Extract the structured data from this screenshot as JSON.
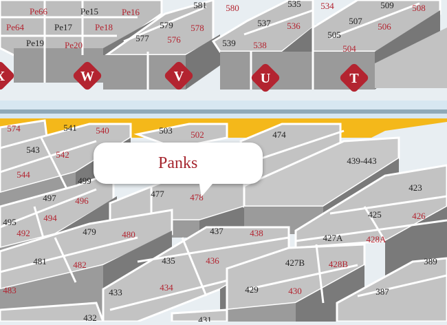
{
  "colors": {
    "background": "#e8eef2",
    "street_road": "#f4b81a",
    "canal": "#dbe9f2",
    "block_top": "#c4c4c4",
    "block_side": "#7c7c7c",
    "block_front": "#999999",
    "lot_line": "#ffffff",
    "badge": "#b32430",
    "label_dark": "#222222",
    "label_red": "#b32430"
  },
  "tooltip": {
    "label": "Panks"
  },
  "section_badges": [
    {
      "letter": "X"
    },
    {
      "letter": "W"
    },
    {
      "letter": "V"
    },
    {
      "letter": "U"
    },
    {
      "letter": "T"
    }
  ],
  "stall_labels": [
    {
      "text": "Pe66",
      "style": "red"
    },
    {
      "text": "Pe15",
      "style": "dark"
    },
    {
      "text": "Pe16",
      "style": "red"
    },
    {
      "text": "581",
      "style": "dark"
    },
    {
      "text": "580",
      "style": "red"
    },
    {
      "text": "535",
      "style": "dark"
    },
    {
      "text": "534",
      "style": "red"
    },
    {
      "text": "509",
      "style": "dark"
    },
    {
      "text": "508",
      "style": "red"
    },
    {
      "text": "Pe64",
      "style": "red"
    },
    {
      "text": "Pe17",
      "style": "dark"
    },
    {
      "text": "Pe18",
      "style": "red"
    },
    {
      "text": "579",
      "style": "dark"
    },
    {
      "text": "578",
      "style": "red"
    },
    {
      "text": "537",
      "style": "dark"
    },
    {
      "text": "536",
      "style": "red"
    },
    {
      "text": "507",
      "style": "dark"
    },
    {
      "text": "506",
      "style": "red"
    },
    {
      "text": "Pe19",
      "style": "dark"
    },
    {
      "text": "Pe20",
      "style": "red"
    },
    {
      "text": "577",
      "style": "dark"
    },
    {
      "text": "576",
      "style": "red"
    },
    {
      "text": "539",
      "style": "dark"
    },
    {
      "text": "538",
      "style": "red"
    },
    {
      "text": "505",
      "style": "dark"
    },
    {
      "text": "504",
      "style": "red"
    },
    {
      "text": "574",
      "style": "red"
    },
    {
      "text": "541",
      "style": "dark"
    },
    {
      "text": "540",
      "style": "red"
    },
    {
      "text": "503",
      "style": "dark"
    },
    {
      "text": "502",
      "style": "red"
    },
    {
      "text": "474",
      "style": "dark"
    },
    {
      "text": "543",
      "style": "dark"
    },
    {
      "text": "542",
      "style": "red"
    },
    {
      "text": "439-443",
      "style": "dark"
    },
    {
      "text": "544",
      "style": "red"
    },
    {
      "text": "499",
      "style": "dark"
    },
    {
      "text": "423",
      "style": "dark"
    },
    {
      "text": "497",
      "style": "dark"
    },
    {
      "text": "496",
      "style": "red"
    },
    {
      "text": "477",
      "style": "dark"
    },
    {
      "text": "478",
      "style": "red"
    },
    {
      "text": "495",
      "style": "dark"
    },
    {
      "text": "494",
      "style": "red"
    },
    {
      "text": "425",
      "style": "dark"
    },
    {
      "text": "426",
      "style": "red"
    },
    {
      "text": "492",
      "style": "red"
    },
    {
      "text": "479",
      "style": "dark"
    },
    {
      "text": "480",
      "style": "red"
    },
    {
      "text": "437",
      "style": "dark"
    },
    {
      "text": "438",
      "style": "red"
    },
    {
      "text": "427A",
      "style": "dark"
    },
    {
      "text": "428A",
      "style": "red"
    },
    {
      "text": "481",
      "style": "dark"
    },
    {
      "text": "482",
      "style": "red"
    },
    {
      "text": "435",
      "style": "dark"
    },
    {
      "text": "436",
      "style": "red"
    },
    {
      "text": "427B",
      "style": "dark"
    },
    {
      "text": "428B",
      "style": "red"
    },
    {
      "text": "389",
      "style": "dark"
    },
    {
      "text": "483",
      "style": "red"
    },
    {
      "text": "433",
      "style": "dark"
    },
    {
      "text": "434",
      "style": "red"
    },
    {
      "text": "429",
      "style": "dark"
    },
    {
      "text": "430",
      "style": "red"
    },
    {
      "text": "387",
      "style": "dark"
    },
    {
      "text": "432",
      "style": "dark"
    },
    {
      "text": "431",
      "style": "dark"
    }
  ]
}
